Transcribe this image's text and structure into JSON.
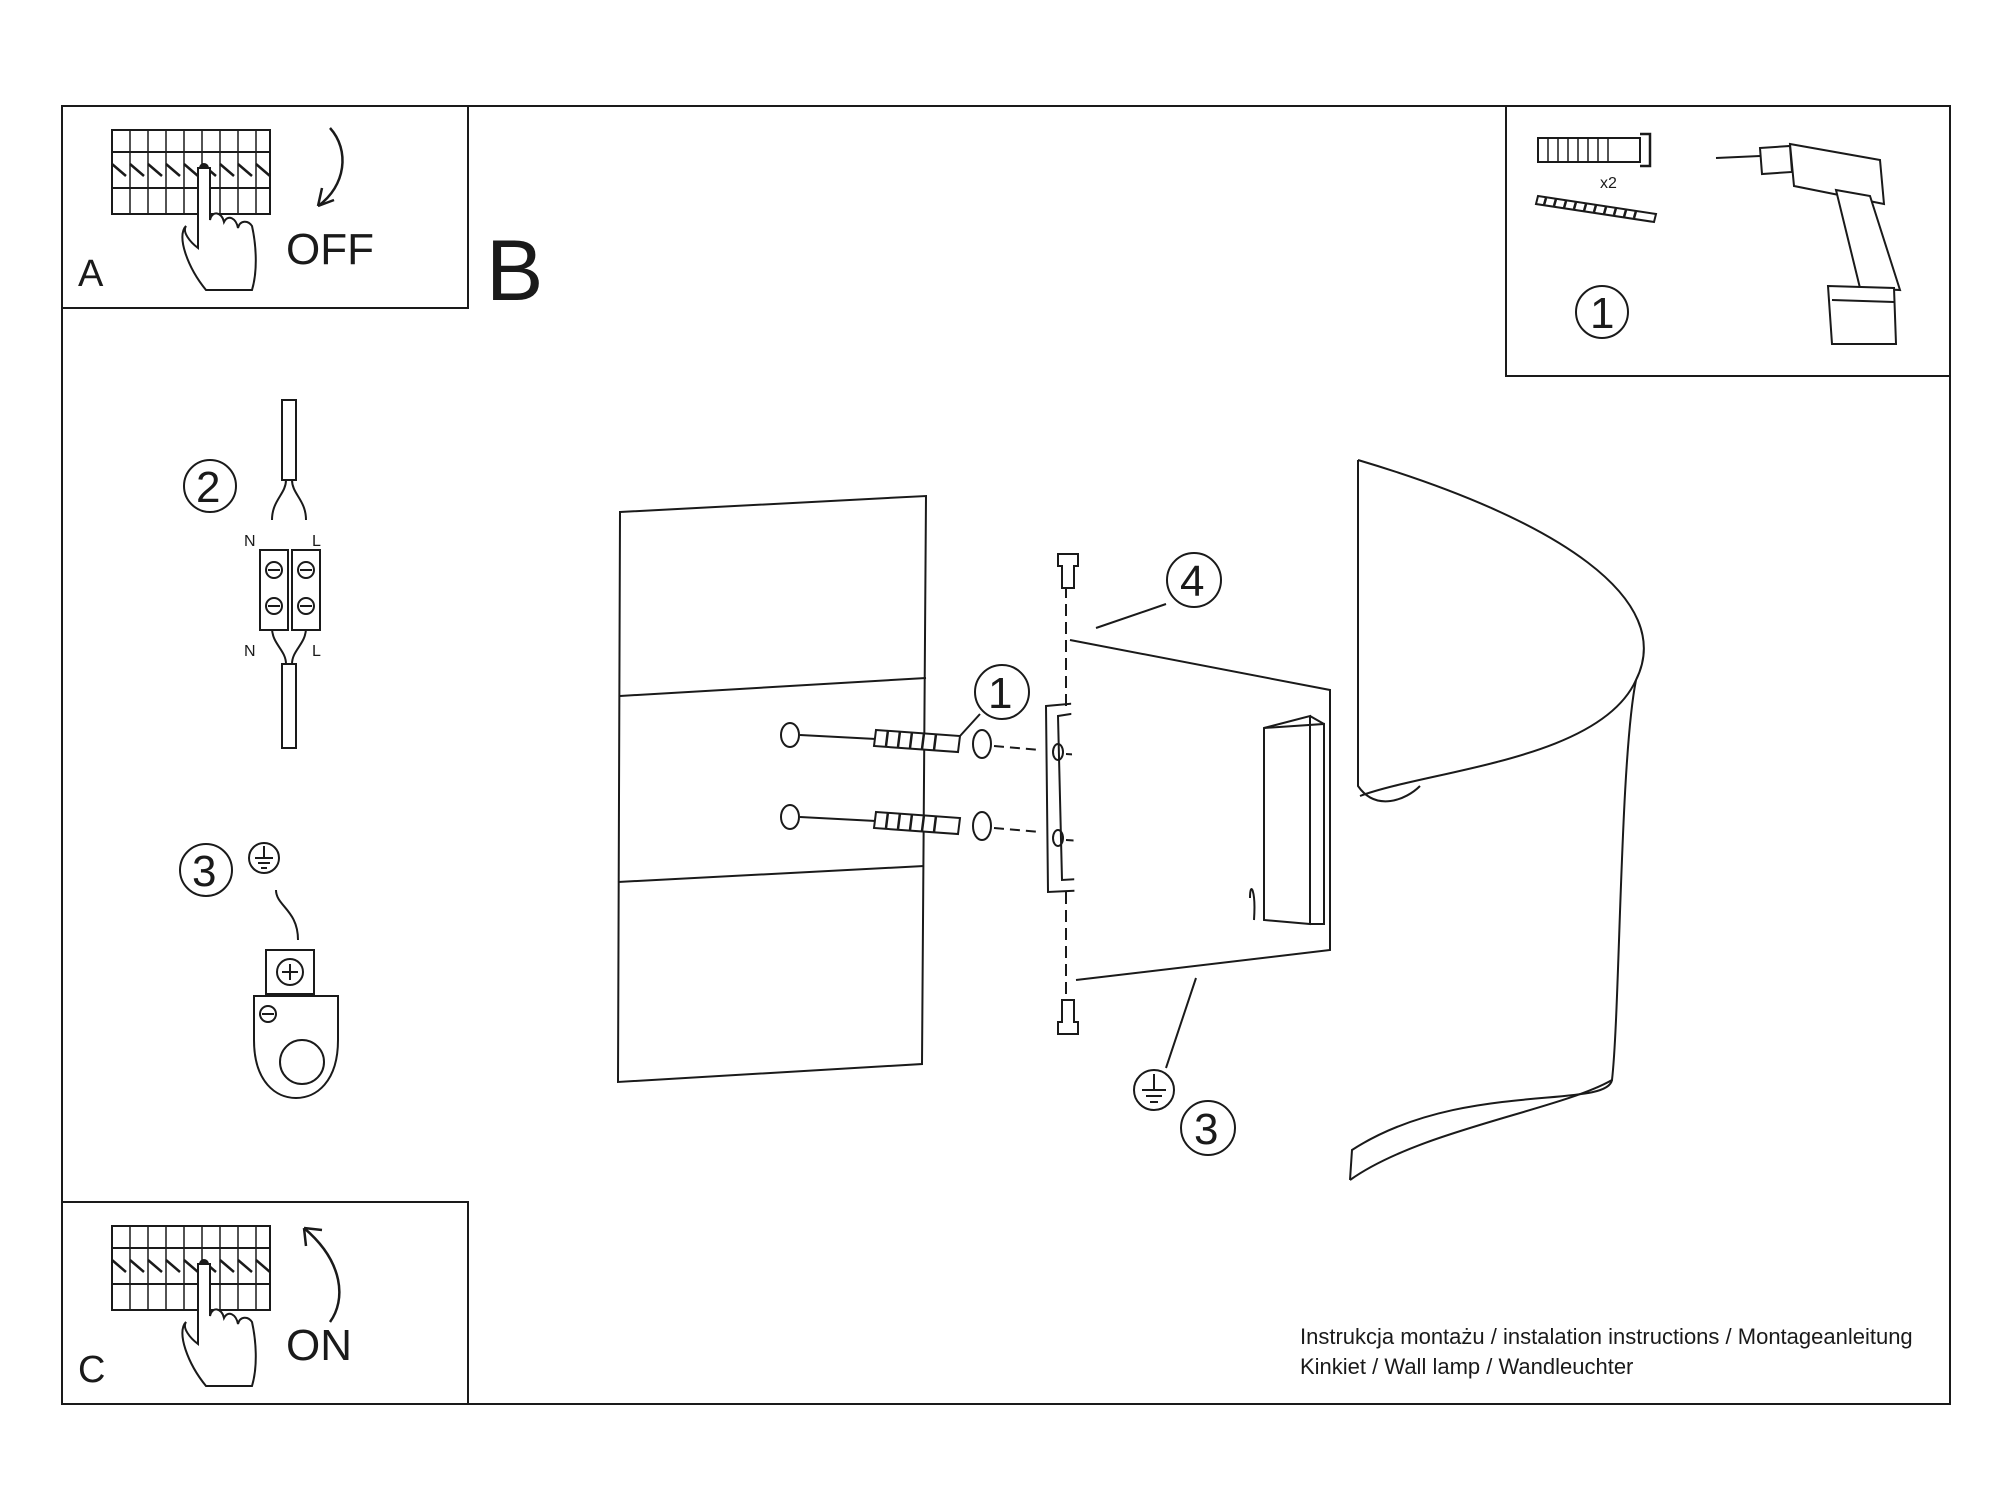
{
  "panel_a": {
    "letter": "A",
    "state": "OFF"
  },
  "panel_b": {
    "letter": "B"
  },
  "panel_c": {
    "letter": "C",
    "state": "ON"
  },
  "tools": {
    "quantity": "x2",
    "step": "1"
  },
  "wiring": {
    "step": "2",
    "neutral": "N",
    "live": "L"
  },
  "ground": {
    "step": "3"
  },
  "main_callouts": {
    "dowel": "1",
    "bracket": "4",
    "ground": "3"
  },
  "footer": {
    "line1": "Instrukcja montażu / instalation instructions / Montageanleitung",
    "line2": "Kinkiet / Wall lamp / Wandleuchter"
  }
}
